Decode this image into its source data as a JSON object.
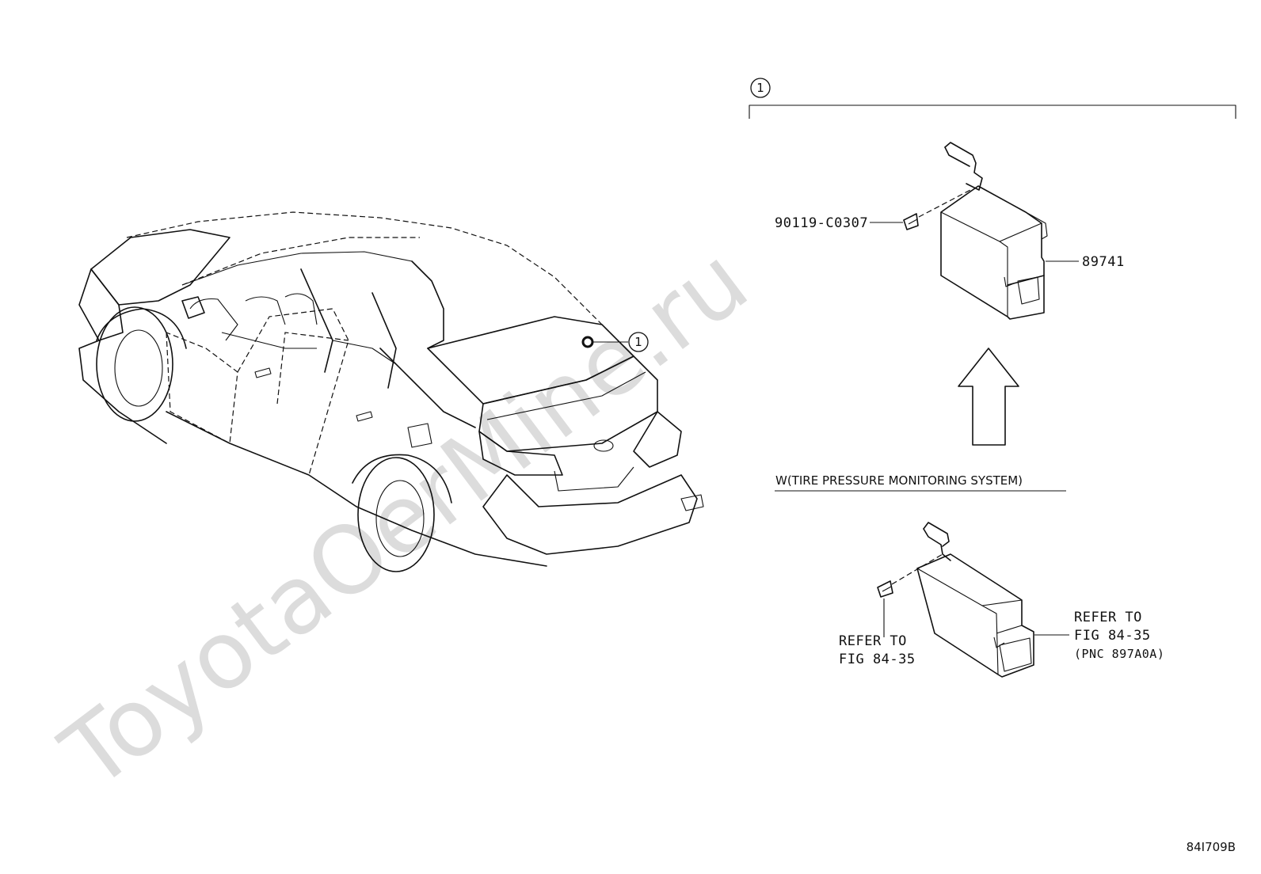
{
  "callout": {
    "number": "1"
  },
  "parts": {
    "bolt": "90119-C0307",
    "receiver": "89741"
  },
  "condition": "W(TIRE PRESSURE MONITORING SYSTEM)",
  "refer_bolt": {
    "line1": "REFER TO",
    "line2": "FIG 84-35"
  },
  "refer_receiver": {
    "line1": "REFER TO",
    "line2": "FIG 84-35",
    "line3": "(PNC 897A0A)"
  },
  "watermark": "ToyotaOerMine.ru",
  "figure_code": "84I709B"
}
